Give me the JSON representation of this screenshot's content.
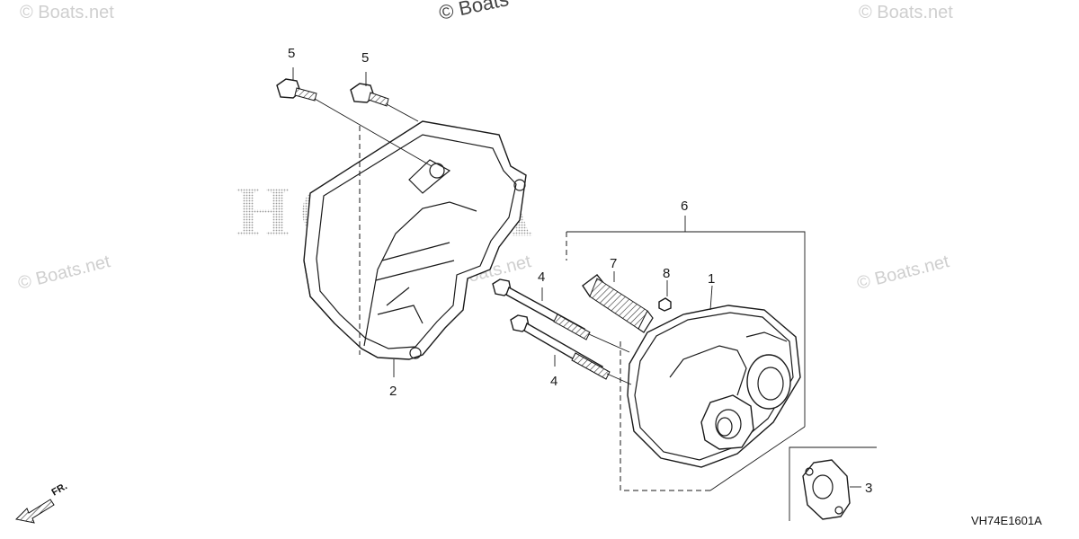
{
  "diagram": {
    "brand": "HONDA",
    "diagram_code": "VH74E1601A",
    "direction_label": "FR.",
    "watermarks": {
      "top": "© Boats",
      "top_left": "© Boats.net",
      "top_right": "© Boats.net",
      "mid_left": "© Boats.net",
      "mid_center": "© Boats.net",
      "mid_right": "© Boats.net"
    },
    "callouts": [
      {
        "id": "c5a",
        "label": "5"
      },
      {
        "id": "c5b",
        "label": "5"
      },
      {
        "id": "c6",
        "label": "6"
      },
      {
        "id": "c7",
        "label": "7"
      },
      {
        "id": "c8",
        "label": "8"
      },
      {
        "id": "c1",
        "label": "1"
      },
      {
        "id": "c4a",
        "label": "4"
      },
      {
        "id": "c4b",
        "label": "4"
      },
      {
        "id": "c2",
        "label": "2"
      },
      {
        "id": "c3",
        "label": "3"
      }
    ],
    "colors": {
      "line": "#1a1a1a",
      "watermark": "#cfcfcf",
      "background": "#ffffff"
    }
  }
}
